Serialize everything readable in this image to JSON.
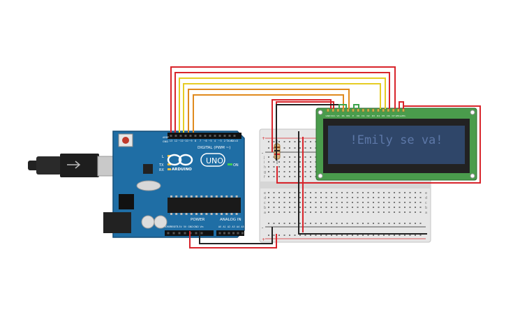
{
  "arduino": {
    "brand": "ARDUINO",
    "model": "UNO",
    "digital_label": "DIGITAL (PWM ~)",
    "power_label": "POWER",
    "analog_label": "ANALOG IN",
    "on_label": "ON",
    "tx_label": "TX",
    "rx_label": "RX",
    "l_label": "L",
    "top_pins": [
      "13",
      "12",
      "~11",
      "~10",
      "~9",
      "8",
      "7",
      "~6",
      "~5",
      "4",
      "~3",
      "2",
      "TX>1",
      "RX<0"
    ],
    "power_pins": [
      "IOREF",
      "RESET",
      "3.3V",
      "5V",
      "GND",
      "GND",
      "Vin"
    ],
    "analog_pins": [
      "A0",
      "A1",
      "A2",
      "A3",
      "A4",
      "A5"
    ],
    "aref_label": "AREF",
    "gnd_label": "GND"
  },
  "lcd": {
    "text": "!Emily se va!",
    "pin_labels": [
      "GND",
      "VCC",
      "V0",
      "RS",
      "RW",
      "E",
      "D0",
      "D1",
      "D2",
      "D3",
      "D4",
      "D5",
      "D6",
      "D7",
      "LED+",
      "LED-"
    ]
  },
  "breadboard": {
    "row_letters_top": [
      "j",
      "i",
      "h",
      "g",
      "f"
    ],
    "row_letters_bottom": [
      "e",
      "d",
      "c",
      "b",
      "a"
    ],
    "plus_label": "+",
    "minus_label": "-"
  },
  "colors": {
    "board": "#1f6ea5",
    "board_edge": "#154e78",
    "lcd_pcb": "#4a9c4c",
    "lcd_screen": "#2f4669",
    "lcd_text": "#5d78a8",
    "wire_red": "#d8242b",
    "wire_orange": "#e08a1e",
    "wire_yellow": "#e6cc24",
    "wire_green": "#3aa34a",
    "wire_black": "#222222"
  }
}
